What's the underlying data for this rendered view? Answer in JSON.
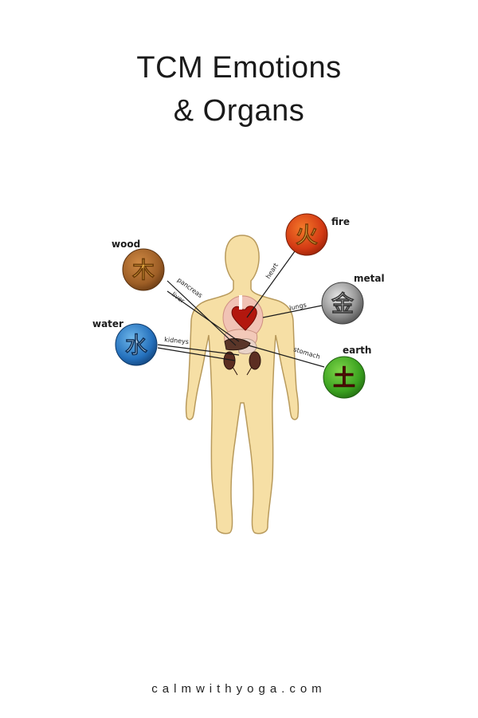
{
  "header": {
    "title_line1": "TCM Emotions",
    "title_line2": "& Organs"
  },
  "elements": {
    "fire": {
      "label": "fire",
      "glyph": "火"
    },
    "metal": {
      "label": "metal",
      "glyph": "金"
    },
    "earth": {
      "label": "earth",
      "glyph": "土"
    },
    "wood": {
      "label": "wood",
      "glyph": "木"
    },
    "water": {
      "label": "water",
      "glyph": "水"
    }
  },
  "organs": {
    "heart": "heart",
    "lungs": "lungs",
    "stomach": "stomach",
    "pancreas": "pancreas",
    "liver": "liver",
    "kidneys": "kidneys"
  },
  "colors": {
    "body": "#f6dfa5",
    "body_outline": "#b89a5c",
    "fire": "#d8401a",
    "metal": "#8a8a8a",
    "earth": "#3fa824",
    "wood": "#a8672d",
    "water": "#2a78c0"
  },
  "footer": {
    "site": "calmwithyoga.com"
  }
}
